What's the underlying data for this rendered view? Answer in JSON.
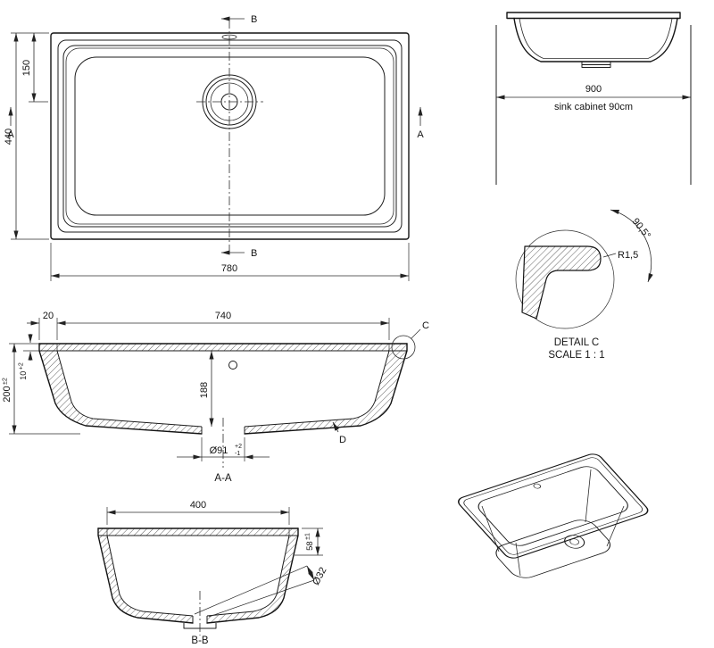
{
  "drawing": {
    "top_view": {
      "label_b_top": "B",
      "label_b_bottom": "B",
      "label_a_left": "A",
      "label_a_right": "A",
      "dim_overall_height": "440",
      "dim_drain_from_top": "150",
      "dim_overall_width": "780"
    },
    "front_view": {
      "dim_cabinet_width": "900",
      "cabinet_label": "sink cabinet 90cm"
    },
    "detail_c": {
      "dim_angle": "90,5°",
      "dim_radius": "R1,5",
      "title": "DETAIL C",
      "scale": "SCALE 1 : 1"
    },
    "section_aa": {
      "dim_rim_width": "20",
      "dim_inner_width": "740",
      "detail_callout": "C",
      "dim_rim_thickness": "10",
      "dim_rim_thickness_tol": "+2",
      "dim_overall_depth": "200",
      "dim_overall_depth_tol": "±2",
      "dim_bowl_depth": "188",
      "dim_drain_diameter": "Ø91",
      "dim_drain_tol_plus": "+2",
      "dim_drain_tol_minus": "-1",
      "label_d": "D",
      "title": "A-A"
    },
    "section_bb": {
      "dim_inner_width": "400",
      "dim_edge_depth": "58",
      "dim_edge_depth_tol": "±1",
      "dim_drain_diameter": "Ø32",
      "title": "B-B"
    }
  }
}
